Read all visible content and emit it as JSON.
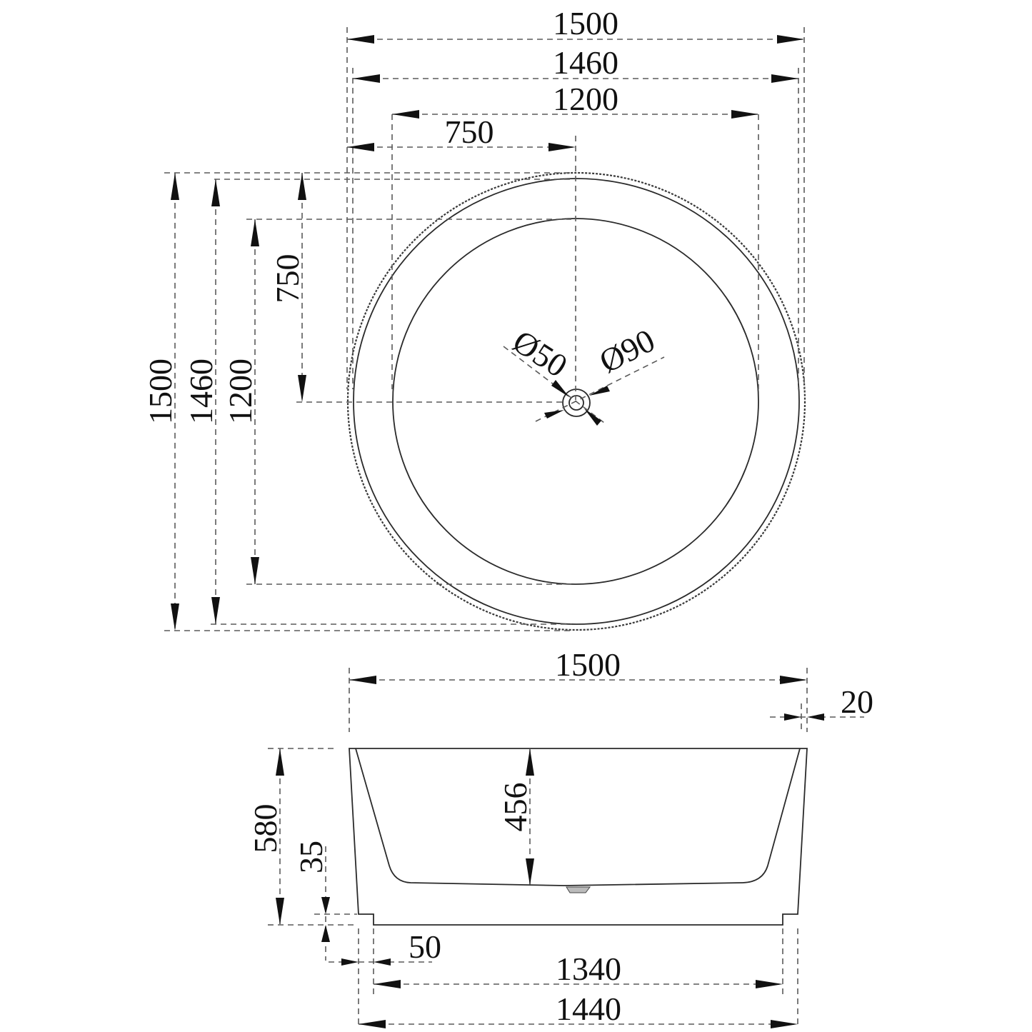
{
  "drawing": {
    "type": "technical dimension drawing",
    "subject": "round freestanding bathtub",
    "units": "mm",
    "colors": {
      "line": "#2a2a2a",
      "dimension": "#5a5a5a",
      "text": "#111111",
      "background": "#ffffff"
    }
  },
  "top_view": {
    "horizontal_dimensions": [
      {
        "id": "overall_width",
        "label": "1500"
      },
      {
        "id": "rim_width",
        "label": "1460"
      },
      {
        "id": "inner_basin_width",
        "label": "1200"
      },
      {
        "id": "center_offset_x",
        "label": "750"
      }
    ],
    "vertical_dimensions": [
      {
        "id": "overall_depth",
        "label": "1500"
      },
      {
        "id": "rim_depth",
        "label": "1460"
      },
      {
        "id": "inner_basin_depth",
        "label": "1200"
      },
      {
        "id": "center_offset_y",
        "label": "750"
      }
    ],
    "drain": {
      "inner_diameter_label": "Ø50",
      "outer_diameter_label": "Ø90"
    }
  },
  "side_view": {
    "top_width_label": "1500",
    "wall_thickness_label": "20",
    "overall_height_label": "580",
    "inner_depth_label": "456",
    "plinth_height_label": "35",
    "plinth_step_label": "50",
    "base_inner_width_label": "1340",
    "base_outer_width_label": "1440"
  }
}
